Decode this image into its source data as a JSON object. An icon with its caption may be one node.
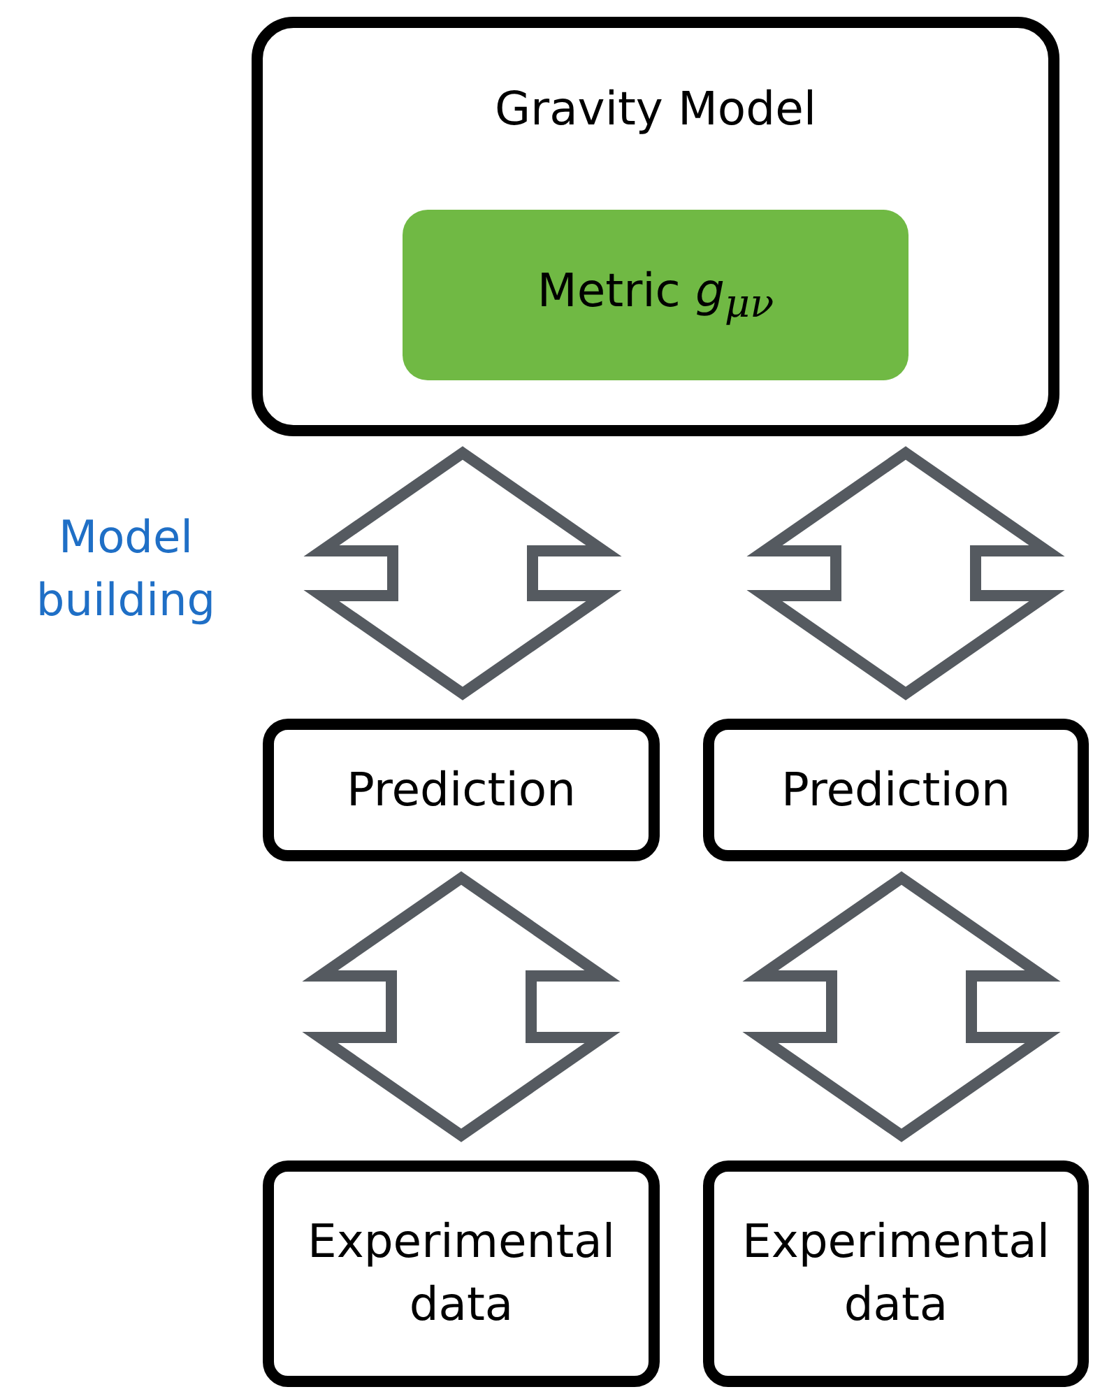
{
  "diagram": {
    "nodes": [
      {
        "text": [
          "Gravity Model"
        ]
      },
      {
        "text": [
          "Metric *g*$_{μν}$"
        ],
        "in": 0
      },
      {
        "text": [
          "Prediction"
        ]
      },
      {
        "text": [
          "Prediction"
        ]
      },
      {
        "text": [
          "Experimental data"
        ]
      },
      {
        "text": [
          "Experimental data"
        ]
      }
    ],
    "edges": [
      {
        "from": 0,
        "to": 2,
        "arrow": "both"
      },
      {
        "from": 0,
        "to": 3,
        "arrow": "both"
      },
      {
        "from": 2,
        "to": 4,
        "arrow": "both"
      },
      {
        "from": 3,
        "to": 5,
        "arrow": "both"
      }
    ],
    "labels": [
      "Model building"
    ]
  }
}
